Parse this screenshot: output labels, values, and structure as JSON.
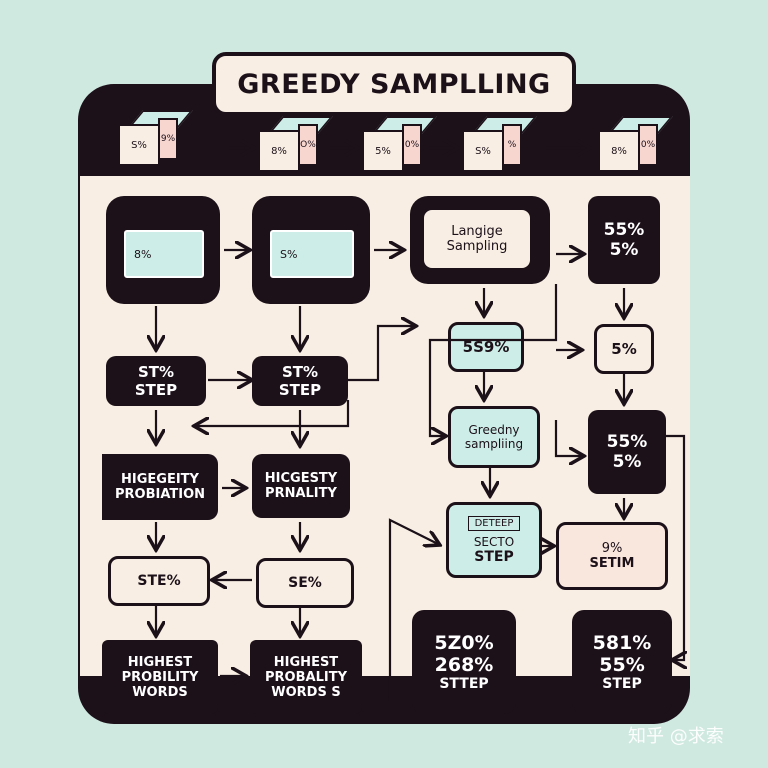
{
  "title": "GREEDY SAMPLLING",
  "top_row": {
    "cubes": [
      {
        "front": "S%",
        "side": "9%"
      },
      {
        "front": "8%",
        "side": "O%"
      },
      {
        "front": "5%",
        "side": "0%"
      },
      {
        "front": "S%",
        "side": "%"
      },
      {
        "front": "8%",
        "side": "0%"
      }
    ]
  },
  "left_col": {
    "block_label": "8%",
    "step": {
      "line1": "ST%",
      "line2": "STEP"
    },
    "prob": "HIGEGEITY PROBIATION",
    "ste": "STE%",
    "words": {
      "line1": "HIGHEST",
      "line2": "PROBILITY",
      "line3": "WORDS"
    }
  },
  "second_col": {
    "block_label": "S%",
    "step": {
      "line1": "ST%",
      "line2": "STEP"
    },
    "prob": {
      "line1": "HICGESTY",
      "line2": "PRNALITY"
    },
    "ste": "SE%",
    "words": {
      "line1": "HIGHEST",
      "line2": "PROBALITY",
      "line3": "WORDS S"
    }
  },
  "third_col": {
    "langige": {
      "line1": "Langige",
      "line2": "Sampling"
    },
    "pct": "5S9%",
    "greedy": {
      "line1": "Greedny",
      "line2": "sampliing"
    },
    "step_box": {
      "tag": "DETEEP",
      "line1": "SECTO",
      "line2": "STEP"
    },
    "bottom": {
      "line1": "5Z0%",
      "line2": "268%",
      "line3": "STTEP"
    }
  },
  "fourth_col": {
    "top": {
      "line1": "55%",
      "line2": "5%"
    },
    "small": "5%",
    "mid": {
      "line1": "55%",
      "line2": "5%"
    },
    "setim": {
      "line1": "9%",
      "line2": "SETIM"
    },
    "bottom": {
      "line1": "581%",
      "line2": "55%",
      "line3": "STEP"
    }
  },
  "watermark": "知乎 @求索",
  "colors": {
    "dark": "#1c1019",
    "cream": "#f8eee3",
    "mint": "#cdeee8",
    "pink": "#f7d6d0",
    "background": "#cfe9e0"
  }
}
